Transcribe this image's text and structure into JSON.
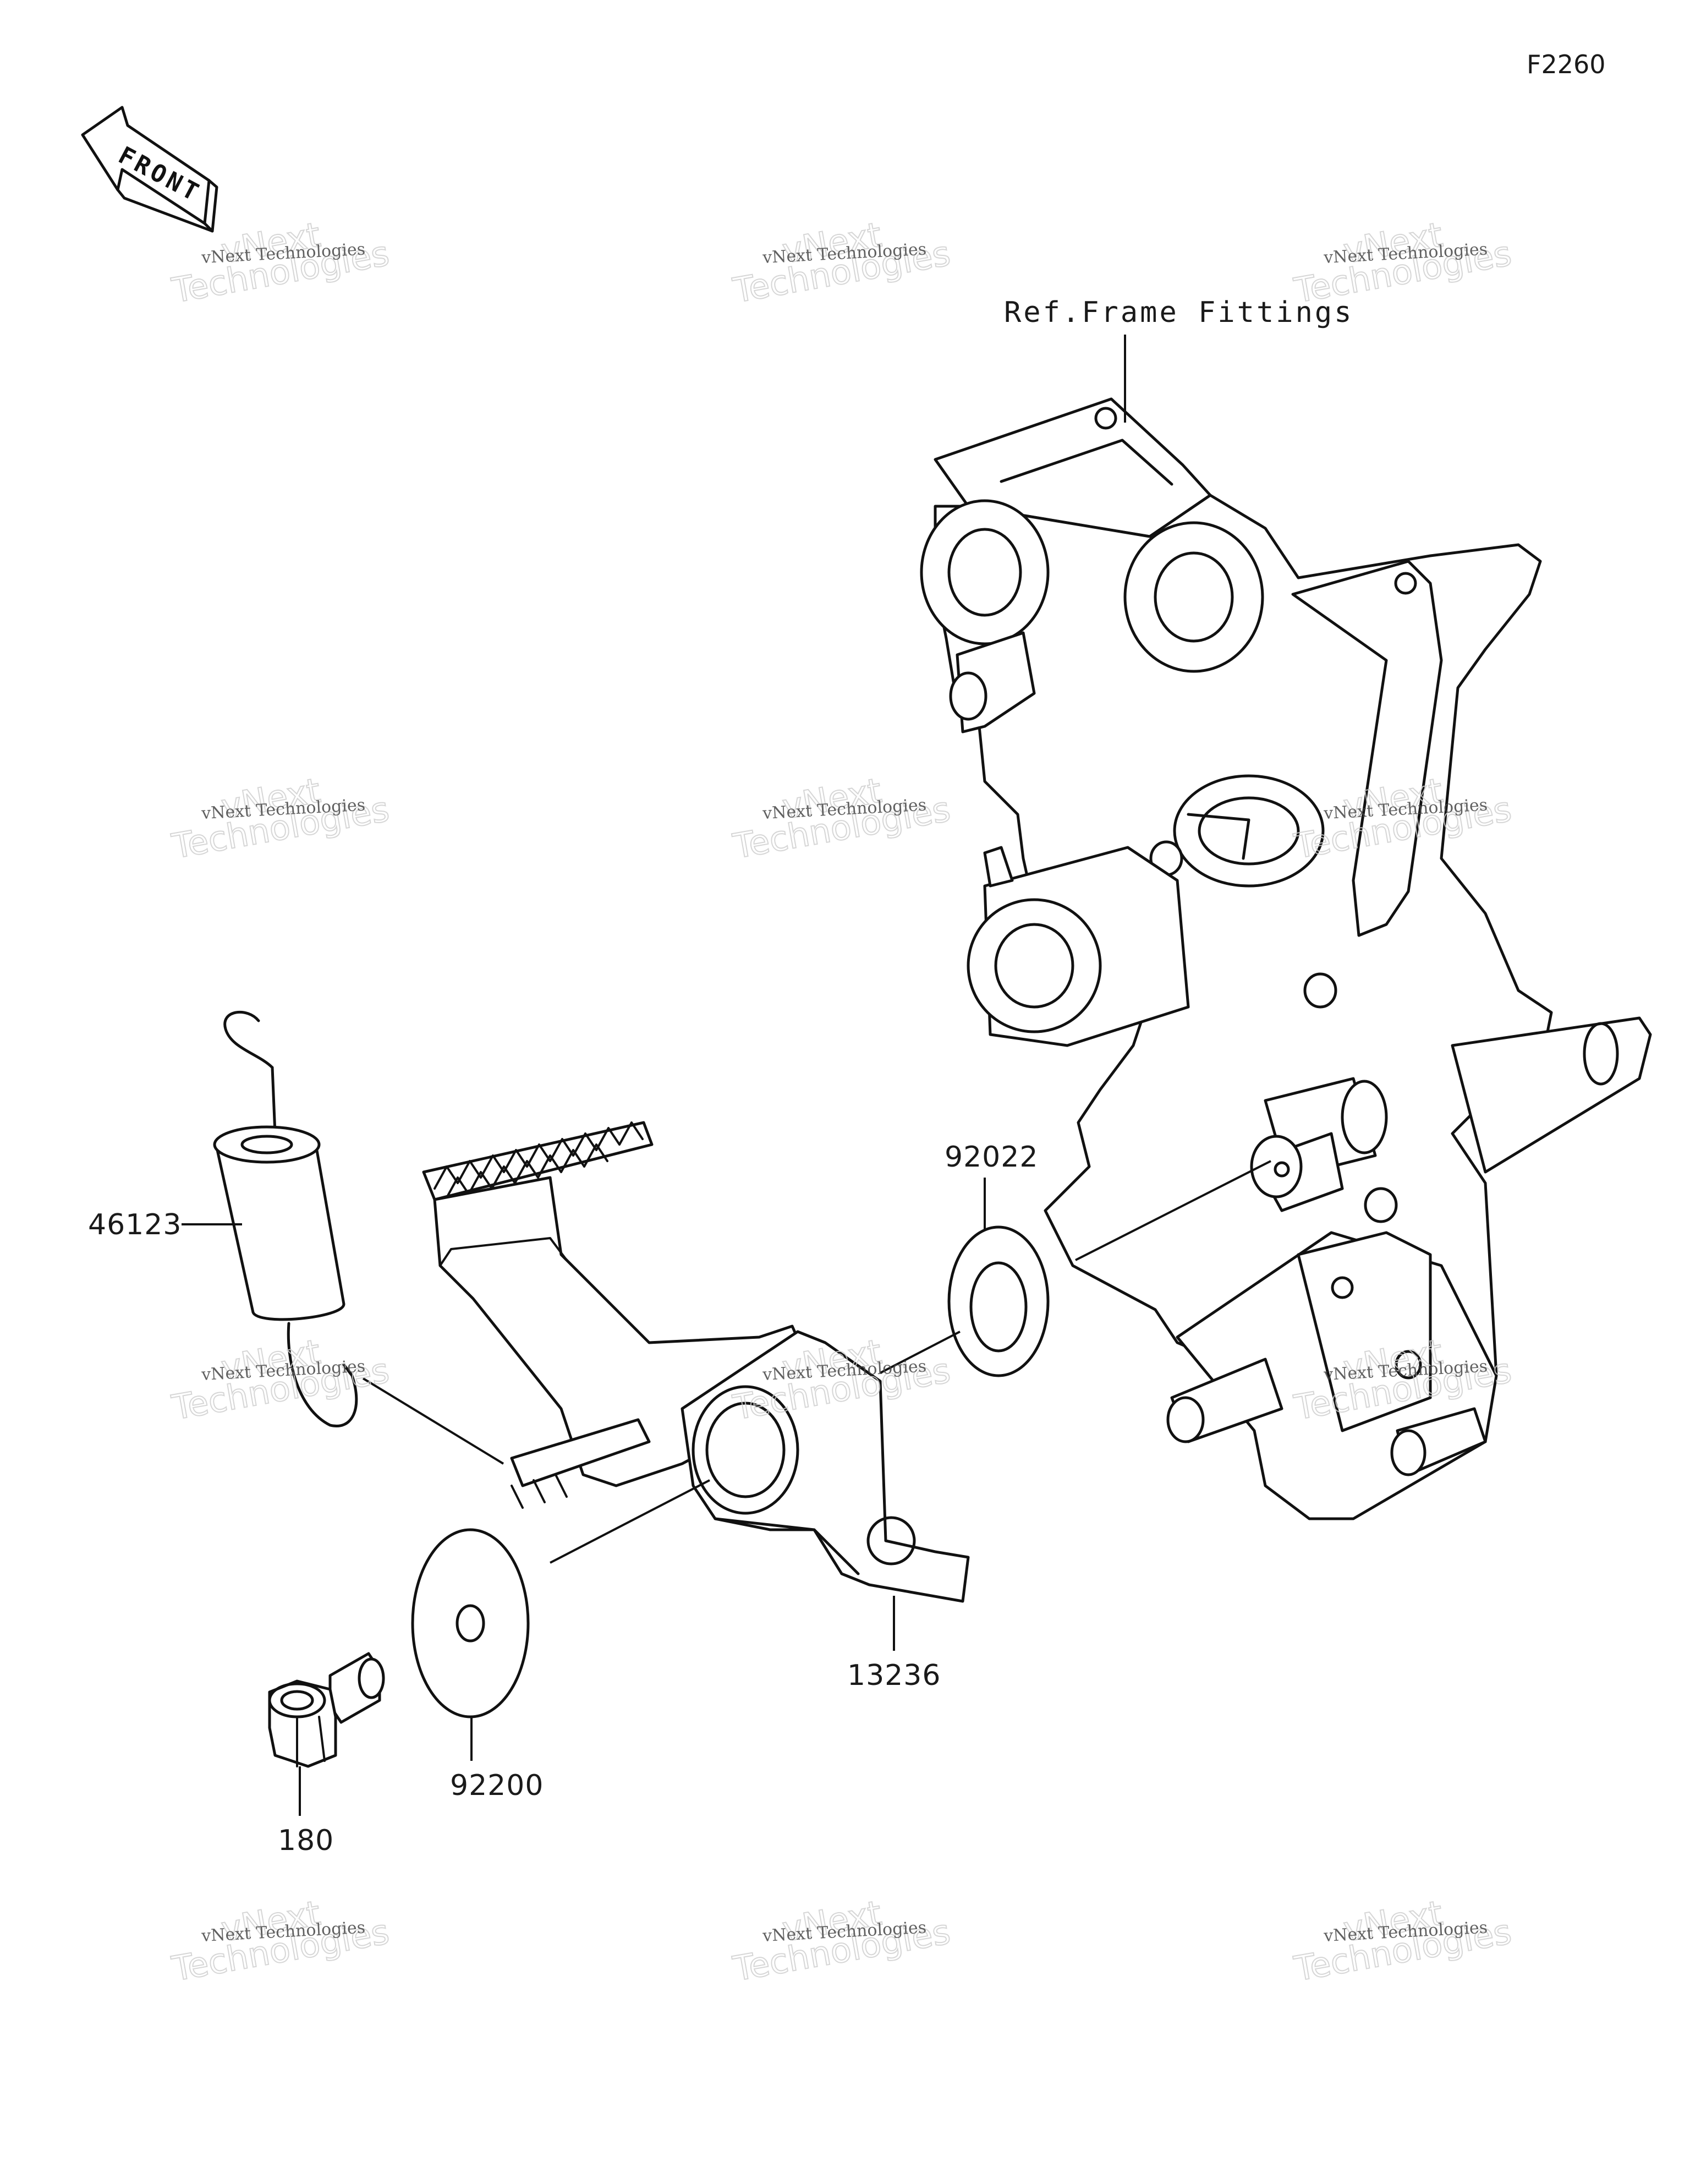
{
  "figure_code": "F2260",
  "front_badge": {
    "text": "FRONT",
    "icon": "front-arrow-icon"
  },
  "ref_label": "Ref.Frame Fittings",
  "parts": [
    {
      "number": "46123",
      "name": "spring"
    },
    {
      "number": "92022",
      "name": "washer"
    },
    {
      "number": "13236",
      "name": "pedal"
    },
    {
      "number": "92200",
      "name": "washer"
    },
    {
      "number": "180",
      "name": "bolt"
    }
  ],
  "watermark": {
    "line1": "vNext Technologies",
    "line2a": "vNext",
    "line2b": "Technologies"
  }
}
